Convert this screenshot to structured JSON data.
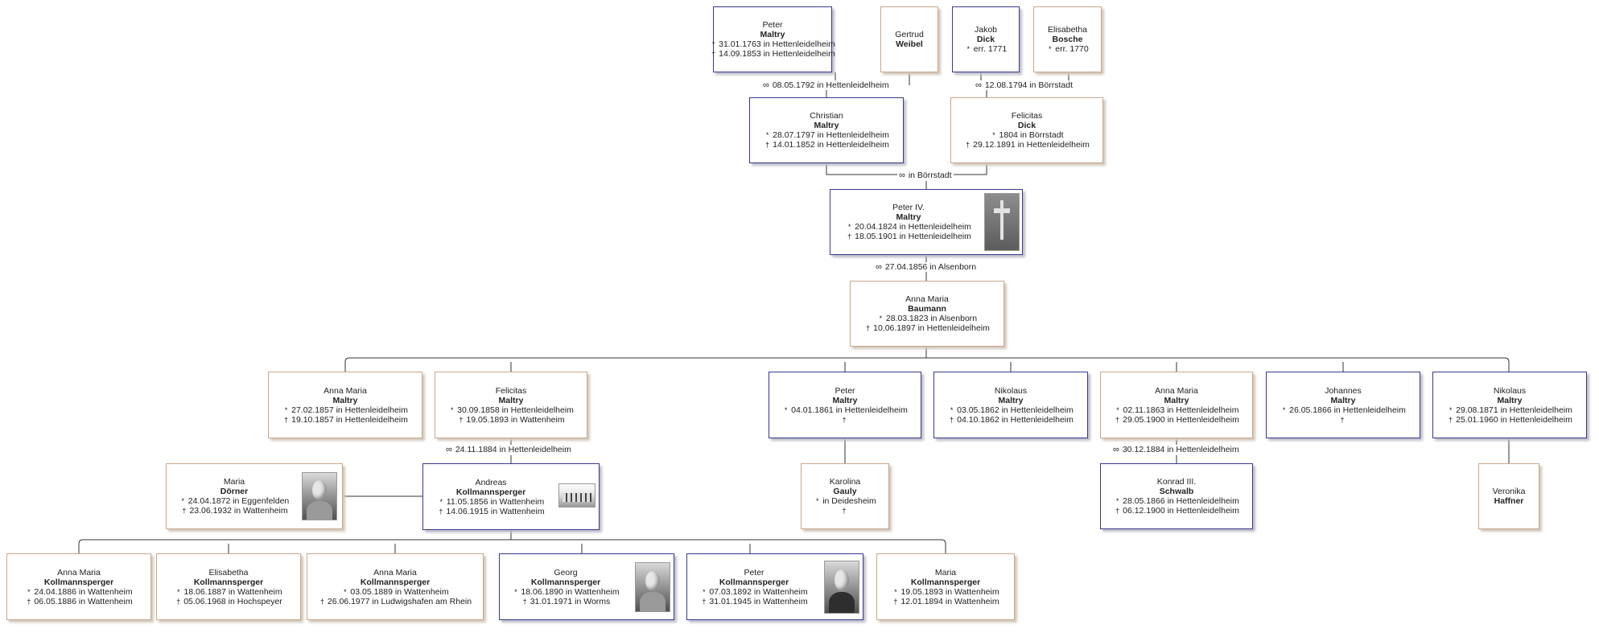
{
  "symbols": {
    "birth": "*",
    "death": "†",
    "marriage": "∞"
  },
  "people": {
    "p1": {
      "given": "Peter",
      "surname": "Maltry",
      "birth": "31.01.1763 in Hettenleidelheim",
      "death": "14.09.1853 in Hettenleidelheim"
    },
    "p2": {
      "given": "Gertrud",
      "surname": "Weibel"
    },
    "p3": {
      "given": "Jakob",
      "surname": "Dick",
      "birth": "err. 1771"
    },
    "p4": {
      "given": "Elisabetha",
      "surname": "Bosche",
      "birth": "err. 1770"
    },
    "p5": {
      "given": "Christian",
      "surname": "Maltry",
      "birth": "28.07.1797 in Hettenleidelheim",
      "death": "14.01.1852 in Hettenleidelheim"
    },
    "p6": {
      "given": "Felicitas",
      "surname": "Dick",
      "birth": "1804 in Börrstadt",
      "death": "29.12.1891 in Hettenleidelheim"
    },
    "p7": {
      "given": "Peter IV.",
      "surname": "Maltry",
      "birth": "20.04.1824 in Hettenleidelheim",
      "death": "18.05.1901 in Hettenleidelheim",
      "photo": "gravestone-cross"
    },
    "p8": {
      "given": "Anna Maria",
      "surname": "Baumann",
      "birth": "28.03.1823 in Alsenborn",
      "death": "10.06.1897 in Hettenleidelheim"
    },
    "c1": {
      "given": "Anna Maria",
      "surname": "Maltry",
      "birth": "27.02.1857 in Hettenleidelheim",
      "death": "19.10.1857 in Hettenleidelheim"
    },
    "c2": {
      "given": "Felicitas",
      "surname": "Maltry",
      "birth": "30.09.1858 in Hettenleidelheim",
      "death": "19.05.1893 in Wattenheim"
    },
    "c3": {
      "given": "Peter",
      "surname": "Maltry",
      "birth": "04.01.1861 in Hettenleidelheim",
      "death": ""
    },
    "c4": {
      "given": "Nikolaus",
      "surname": "Maltry",
      "birth": "03.05.1862 in Hettenleidelheim",
      "death": "04.10.1862 in Hettenleidelheim"
    },
    "c5": {
      "given": "Anna Maria",
      "surname": "Maltry",
      "birth": "02.11.1863 in Hettenleidelheim",
      "death": "29.05.1900 in Hettenleidelheim"
    },
    "c6": {
      "given": "Johannes",
      "surname": "Maltry",
      "birth": "26.05.1866 in Hettenleidelheim",
      "death": ""
    },
    "c7": {
      "given": "Nikolaus",
      "surname": "Maltry",
      "birth": "29.08.1871 in Hettenleidelheim",
      "death": "25.01.1960 in Hettenleidelheim"
    },
    "s1": {
      "given": "Maria",
      "surname": "Dörner",
      "birth": "24.04.1872 in Eggenfelden",
      "death": "23.06.1932 in Wattenheim",
      "photo": "portrait-woman"
    },
    "s2": {
      "given": "Andreas",
      "surname": "Kollmannsperger",
      "birth": "11.05.1856 in Wattenheim",
      "death": "14.06.1915 in Wattenheim",
      "photo": "house"
    },
    "s3": {
      "given": "Karolina",
      "surname": "Gauly",
      "birth": "in Deidesheim",
      "death": ""
    },
    "s4": {
      "given": "Konrad III.",
      "surname": "Schwalb",
      "birth": "28.05.1866 in Hettenleidelheim",
      "death": "06.12.1900 in Hettenleidelheim"
    },
    "s5": {
      "given": "Veronika",
      "surname": "Haffner"
    },
    "g1": {
      "given": "Anna Maria",
      "surname": "Kollmannsperger",
      "birth": "24.04.1886 in Wattenheim",
      "death": "06.05.1886 in Wattenheim"
    },
    "g2": {
      "given": "Elisabetha",
      "surname": "Kollmannsperger",
      "birth": "18.06.1887 in Wattenheim",
      "death": "05.06.1968 in Hochspeyer"
    },
    "g3": {
      "given": "Anna Maria",
      "surname": "Kollmannsperger",
      "birth": "03.05.1889 in Wattenheim",
      "death": "26.06.1977 in Ludwigshafen am Rhein"
    },
    "g4": {
      "given": "Georg",
      "surname": "Kollmannsperger",
      "birth": "18.06.1890 in Wattenheim",
      "death": "31.01.1971 in Worms",
      "photo": "portrait-man"
    },
    "g5": {
      "given": "Peter",
      "surname": "Kollmannsperger",
      "birth": "07.03.1892 in Wattenheim",
      "death": "31.01.1945 in Wattenheim",
      "photo": "portrait-man"
    },
    "g6": {
      "given": "Maria",
      "surname": "Kollmannsperger",
      "birth": "19.05.1893 in Wattenheim",
      "death": "12.01.1894 in Wattenheim"
    }
  },
  "marriages": {
    "m1": "08.05.1792 in Hettenleidelheim",
    "m2": "12.08.1794 in Börrstadt",
    "m3": "in Börrstadt",
    "m4": "27.04.1856 in Alsenborn",
    "m5": "24.11.1884 in Hettenleidelheim",
    "m6": "30.12.1884 in Hettenleidelheim"
  }
}
